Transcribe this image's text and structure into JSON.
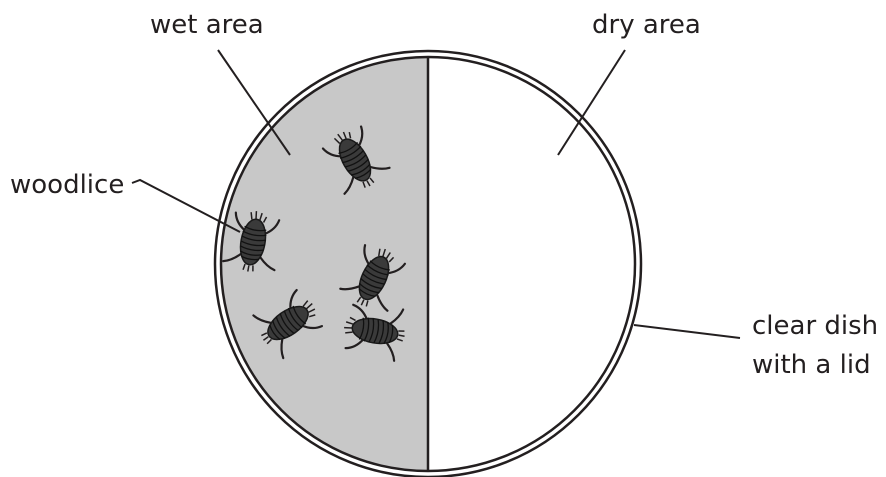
{
  "labels": {
    "wet_area": "wet area",
    "dry_area": "dry area",
    "woodlice": "woodlice",
    "dish_line1": "clear dish",
    "dish_line2": "with a lid"
  },
  "colors": {
    "wet_fill": "#c8c8c8",
    "dry_fill": "#ffffff",
    "outline": "#231f20",
    "woodlouse_body": "#3a3a3a"
  },
  "icons": {
    "woodlouse": "woodlouse-icon"
  }
}
